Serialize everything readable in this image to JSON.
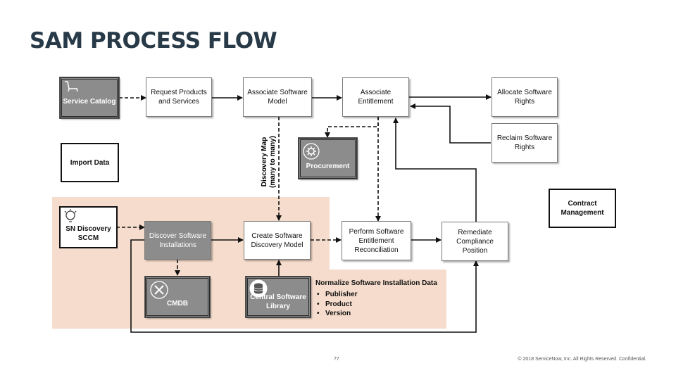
{
  "title": "SAM PROCESS FLOW",
  "boxes": {
    "service_catalog": "Service Catalog",
    "request_products": "Request Products and Services",
    "associate_model": "Associate Software Model",
    "associate_entitlement": "Associate Entitlement",
    "allocate_rights": "Allocate Software Rights",
    "reclaim_rights": "Reclaim Software Rights",
    "import_data": "Import Data",
    "procurement": "Procurement",
    "contract_management": "Contract Management",
    "sn_discovery": "SN Discovery SCCM",
    "discover_installations": "Discover Software Installations",
    "create_discovery_model": "Create Software Discovery Model",
    "perform_reconciliation": "Perform Software Entitlement Reconciliation",
    "remediate_compliance": "Remediate Compliance Position",
    "cmdb": "CMDB",
    "central_library": "Central Software Library"
  },
  "discovery_map_label": "Discovery Map (many to many)",
  "normalize": {
    "heading": "Normalize Software Installation Data",
    "items": [
      "Publisher",
      "Product",
      "Version"
    ]
  },
  "footer": {
    "page_number": "77",
    "copyright": "© 2018 ServiceNow, Inc. All Rights Reserved. Confidential."
  },
  "icons": {
    "service_catalog": "cart-icon",
    "procurement": "gear-icon",
    "sn_discovery": "lightbulb-icon",
    "cmdb": "tools-icon",
    "central_library": "database-icon"
  },
  "colors": {
    "title": "#283a47",
    "region": "#f5dccc",
    "grey_box": "#8c8c8c"
  }
}
